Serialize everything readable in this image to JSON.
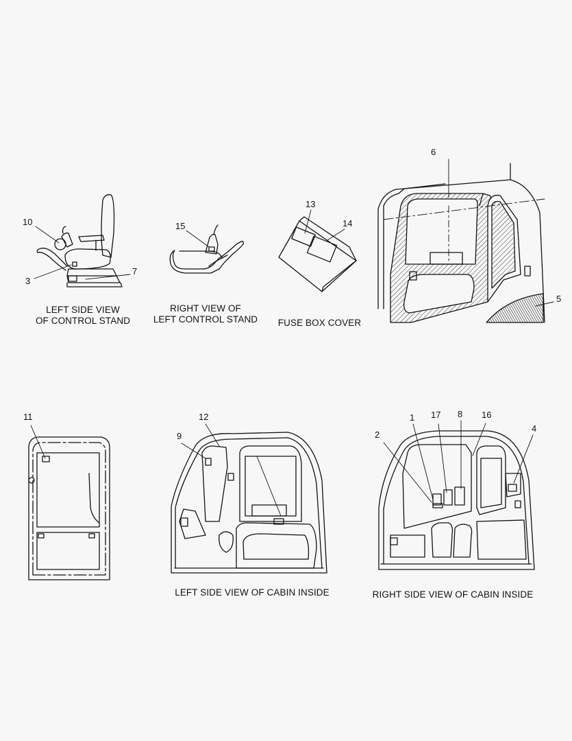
{
  "callouts": {
    "c1": "1",
    "c2": "2",
    "c3": "3",
    "c4": "4",
    "c5": "5",
    "c6": "6",
    "c7": "7",
    "c8": "8",
    "c9": "9",
    "c10": "10",
    "c11": "11",
    "c12": "12",
    "c13": "13",
    "c14": "14",
    "c15": "15",
    "c16": "16",
    "c17": "17"
  },
  "captions": {
    "left_side_control_stand_1": "LEFT SIDE VIEW",
    "left_side_control_stand_2": "OF CONTROL STAND",
    "right_view_left_stand_1": "RIGHT VIEW OF",
    "right_view_left_stand_2": "LEFT CONTROL STAND",
    "fuse_box_cover": "FUSE BOX COVER",
    "left_cabin_inside": "LEFT SIDE VIEW OF CABIN INSIDE",
    "right_cabin_inside": "RIGHT  SIDE VIEW OF CABIN INSIDE"
  },
  "colors": {
    "line": "#111111",
    "background": "#f7f7f7",
    "hatch": "#555555"
  }
}
